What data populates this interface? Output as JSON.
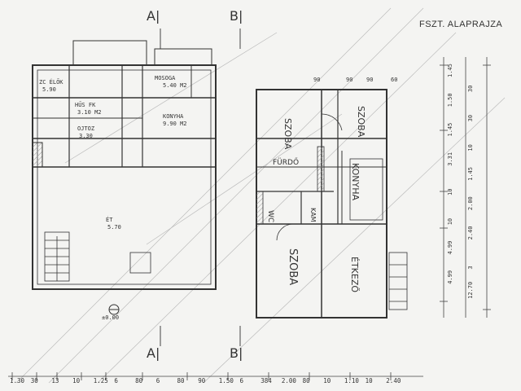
{
  "title": "FSZT. ALAPRAJZA",
  "section_marks": {
    "a_top": "A|",
    "b_top": "B|",
    "a_bottom": "A|",
    "b_bottom": "B|"
  },
  "rooms": {
    "zc_elok": "ZC   ÉLŐK",
    "zc_area": "5.90",
    "mosoga": "MOSOGA",
    "mosoga_area": "5.40 M2",
    "konyha_left": "KONYHA",
    "konyha_left_area": "9.90 M2",
    "husfk": "HŰS FK",
    "husfk_area": "3.10 M2",
    "ojtoz": "OJTOZ",
    "ojtoz_area": "3.30",
    "et": "ÉT",
    "et_area": "5.70",
    "szoba1": "SZOBA",
    "szoba2": "SZOBA",
    "furdo": "FÜRDŐ",
    "konyha_right": "KONYHA",
    "wc": "WC",
    "kam": "KAM",
    "szoba3": "SZOBA",
    "etkezo": "ÉTKEZŐ"
  },
  "dimensions_bottom": [
    "1.30",
    "30",
    "13",
    "10",
    "1.25",
    "6",
    "80",
    "6",
    "80",
    "90",
    "1.50",
    "6",
    "384",
    "2.00",
    "80",
    "10",
    "1.10",
    "10",
    "2.40"
  ],
  "dimensions_right": [
    "1.45",
    "30",
    "1.50",
    "30",
    "1.45",
    "10",
    "3.31",
    "1.45",
    "10",
    "2.00",
    "10",
    "2.40",
    "4.99",
    "3",
    "4.99",
    "12.70"
  ],
  "dimensions_top_right": [
    "90",
    "90",
    "90",
    "60"
  ],
  "level_mark": "±0.00"
}
